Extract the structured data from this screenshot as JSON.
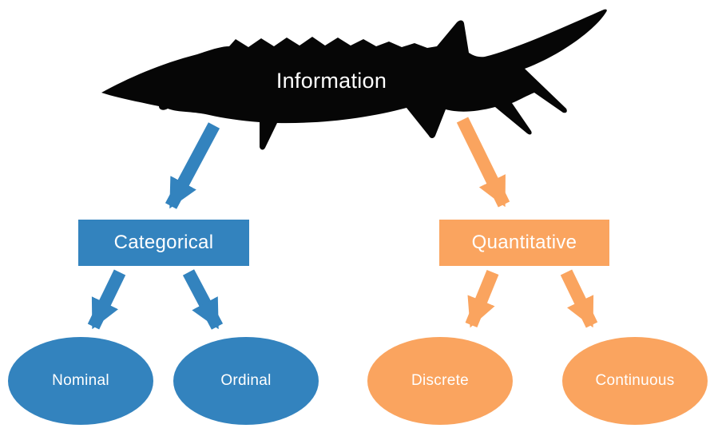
{
  "colors": {
    "blue": "#3383BE",
    "orange": "#FAA45F",
    "fish_silhouette": "#060606",
    "label_text": "#FFFFFF",
    "background": "#FFFFFF"
  },
  "root": {
    "label": "Information",
    "icon": "sturgeon-fish-icon"
  },
  "branches": [
    {
      "id": "categorical",
      "label": "Categorical",
      "color": "#3383BE",
      "children": [
        {
          "label": "Nominal"
        },
        {
          "label": "Ordinal"
        }
      ]
    },
    {
      "id": "quantitative",
      "label": "Quantitative",
      "color": "#FAA45F",
      "children": [
        {
          "label": "Discrete"
        },
        {
          "label": "Continuous"
        }
      ]
    }
  ]
}
